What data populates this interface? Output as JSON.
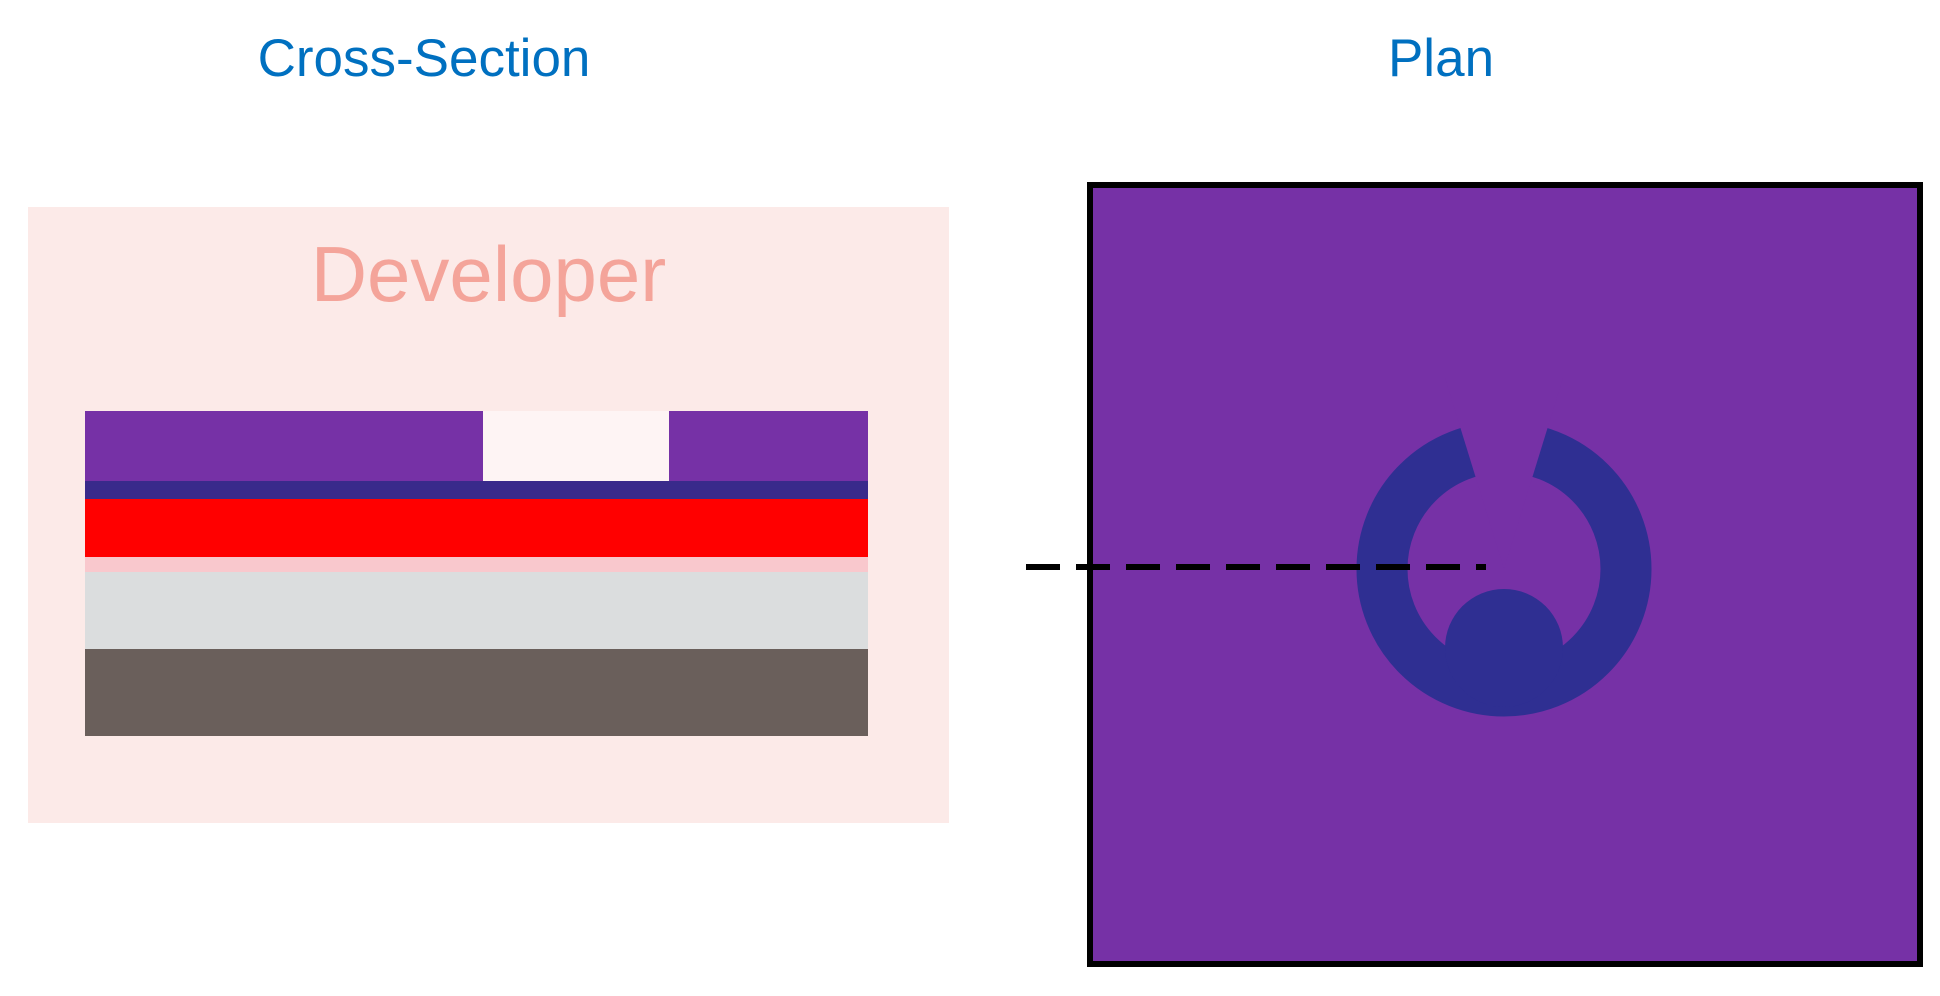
{
  "titles": {
    "cross_section": "Cross-Section",
    "plan": "Plan",
    "color": "#0070C0"
  },
  "developer": {
    "label": "Developer",
    "bath_color": "#FCEAE8",
    "label_color": "#F4A49A"
  },
  "layers": {
    "resist": {
      "color": "#7631A6",
      "opening_color": "#FEF4F4"
    },
    "dark_underlayer": {
      "color": "#392A8B"
    },
    "red_layer": {
      "color": "#FF0000"
    },
    "pink_layer": {
      "color": "#F9C8CD"
    },
    "gray_layer": {
      "color": "#DBDDDE"
    },
    "substrate": {
      "color": "#6A5F5B"
    }
  },
  "plan": {
    "field_color": "#7631A6",
    "pattern_color": "#2F2F92",
    "border_color": "#000000"
  },
  "cut_line": {
    "color": "#000000"
  }
}
